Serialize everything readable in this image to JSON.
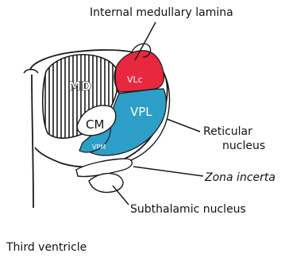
{
  "labels": {
    "internal_medullary_lamina": "Internal medullary lamina",
    "reticular_line1": "Reticular",
    "reticular_line2": "nucleus",
    "zona_incerta": "Zona incerta",
    "subthalamic_nucleus": "Subthalamic nucleus",
    "third_ventricle": "Third ventricle"
  },
  "regions": {
    "md": "MD",
    "vlc": "VLc",
    "vpl": "VPL",
    "cm": "CM",
    "vpm": "VPM"
  },
  "colors": {
    "vlc": "#e8283f",
    "vpl": "#2d9ec8",
    "ink": "#1a1a1a",
    "background": "#ffffff"
  }
}
